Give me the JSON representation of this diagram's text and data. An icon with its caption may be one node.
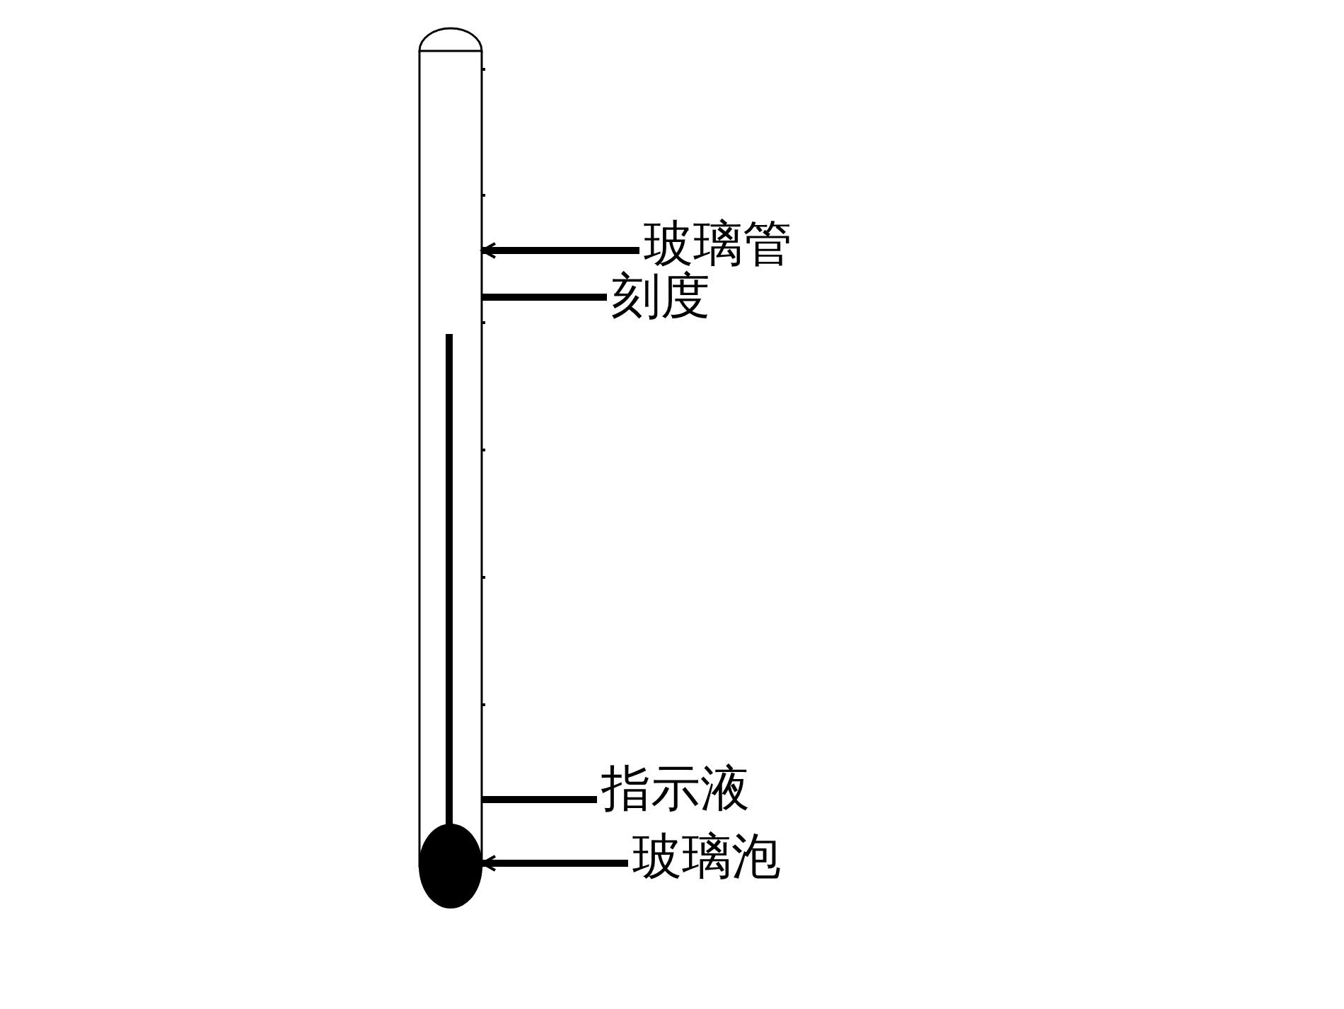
{
  "diagram": {
    "nodes": [
      {
        "text": [],
        "shape": "tube"
      },
      {
        "text": [
          "玻璃管"
        ]
      },
      {
        "text": [
          "刻度"
        ]
      },
      {
        "text": [
          "指示液"
        ]
      },
      {
        "text": [],
        "shape": "ellipse"
      },
      {
        "text": [
          "玻璃泡"
        ]
      }
    ],
    "edges": [
      {
        "from": 1,
        "to": 0,
        "arrow": "to"
      },
      {
        "from": 2,
        "to": 0,
        "arrow": "none"
      },
      {
        "from": 3,
        "to": 0,
        "arrow": "none"
      },
      {
        "from": 5,
        "to": 4,
        "arrow": "to"
      }
    ]
  }
}
